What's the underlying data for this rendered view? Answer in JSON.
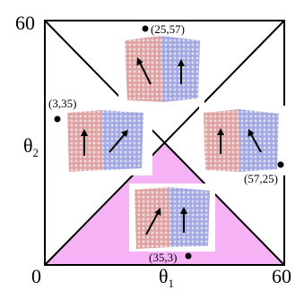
{
  "axes": {
    "x_min": "0",
    "x_max": "60",
    "y_max": "60",
    "x_label_base": "θ",
    "x_label_sub": "1",
    "y_label_base": "θ",
    "y_label_sub": "2"
  },
  "points": [
    {
      "label": "(25,57)",
      "x": 25,
      "y": 57
    },
    {
      "label": "(3,35)",
      "x": 3,
      "y": 35
    },
    {
      "label": "(57,25)",
      "x": 57,
      "y": 25
    },
    {
      "label": "(35,3)",
      "x": 35,
      "y": 3
    }
  ],
  "regions": {
    "bottom_triangle_fill": "#f5b3f5",
    "outline": "#000000"
  },
  "insets": {
    "left_grain_color": "#e9a9a9",
    "right_grain_color": "#a9aee9",
    "arrow_color": "#000000",
    "grains": [
      {
        "name": "top",
        "left_arrow": "tilted-left",
        "right_arrow": "up"
      },
      {
        "name": "left",
        "left_arrow": "up",
        "right_arrow": "tilted-right"
      },
      {
        "name": "right",
        "left_arrow": "up",
        "right_arrow": "tilted-left"
      },
      {
        "name": "bottom",
        "left_arrow": "tilted-right",
        "right_arrow": "up"
      }
    ]
  }
}
